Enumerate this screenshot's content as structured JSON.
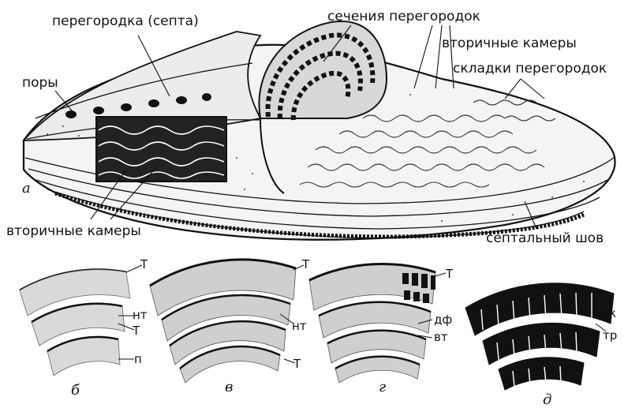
{
  "figure": {
    "labels": {
      "septum": "перегородка (септа)",
      "septa_sections": "сечения перегородок",
      "secondary_chambers_top": "вторичные камеры",
      "septa_folds": "складки перегородок",
      "pores": "поры",
      "secondary_chambers_left": "вторичные камеры",
      "septal_suture": "септальный шов",
      "panel_a": "а"
    },
    "panel_letters": [
      "б",
      "в",
      "г",
      "д"
    ],
    "panel_b": [
      "Т",
      "нт",
      "Т",
      "п"
    ],
    "panel_v": [
      "Т",
      "нт",
      "Т"
    ],
    "panel_g": [
      "Т",
      "дф",
      "вт"
    ],
    "panel_d": [
      "к",
      "тр"
    ]
  }
}
